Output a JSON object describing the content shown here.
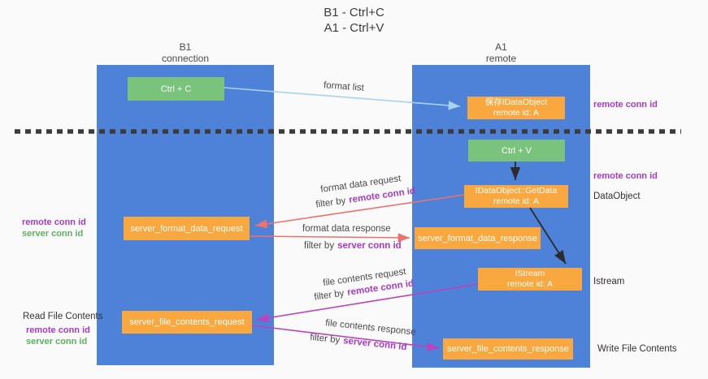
{
  "title": {
    "line1": "B1 - Ctrl+C",
    "line2": "A1 - Ctrl+V"
  },
  "lanes": {
    "left": {
      "title": "B1",
      "subtitle": "connection"
    },
    "right": {
      "title": "A1",
      "subtitle": "remote"
    }
  },
  "nodes": {
    "ctrl_c": "Ctrl + C",
    "ctrl_v": "Ctrl + V",
    "save_dataobject": {
      "line1": "保存IDataObject",
      "line2": "remote id: A"
    },
    "getdata": {
      "line1": "IDataObject::GetData",
      "line2": "remote id: A"
    },
    "istream": {
      "line1": "IStream",
      "line2": "remote id: A"
    },
    "server_format_data_request": "server_format_data_request",
    "server_format_data_response": "server_format_data_response",
    "server_file_contents_request": "server_file_contents_request",
    "server_file_contents_response": "server_file_contents_response"
  },
  "edge_labels": {
    "format_list": "format list",
    "format_data_request": "format data request",
    "format_data_response": "format data response",
    "file_contents_request": "file contents request",
    "file_contents_response": "file contents response",
    "filter_by": "filter by",
    "remote_conn_id": "remote conn id",
    "server_conn_id": "server conn id"
  },
  "side_labels": {
    "remote_conn_id": "remote conn id",
    "server_conn_id": "server conn id",
    "dataobject": "DataObject",
    "istream": "Istream",
    "read_file_contents": "Read File Contents",
    "write_file_contents": "Write File Contents"
  },
  "colors": {
    "lane_blue": "#4d82d8",
    "box_orange": "#f8a83e",
    "box_green": "#79c37c",
    "arrow_light_blue": "#a9d2f0",
    "arrow_salmon": "#ed726e",
    "arrow_magenta": "#bb43bc",
    "arrow_black": "#2b2b2b",
    "text_purple": "#a43bc8",
    "text_green": "#5cb15e",
    "dashed_line": "#3b3b3b"
  }
}
